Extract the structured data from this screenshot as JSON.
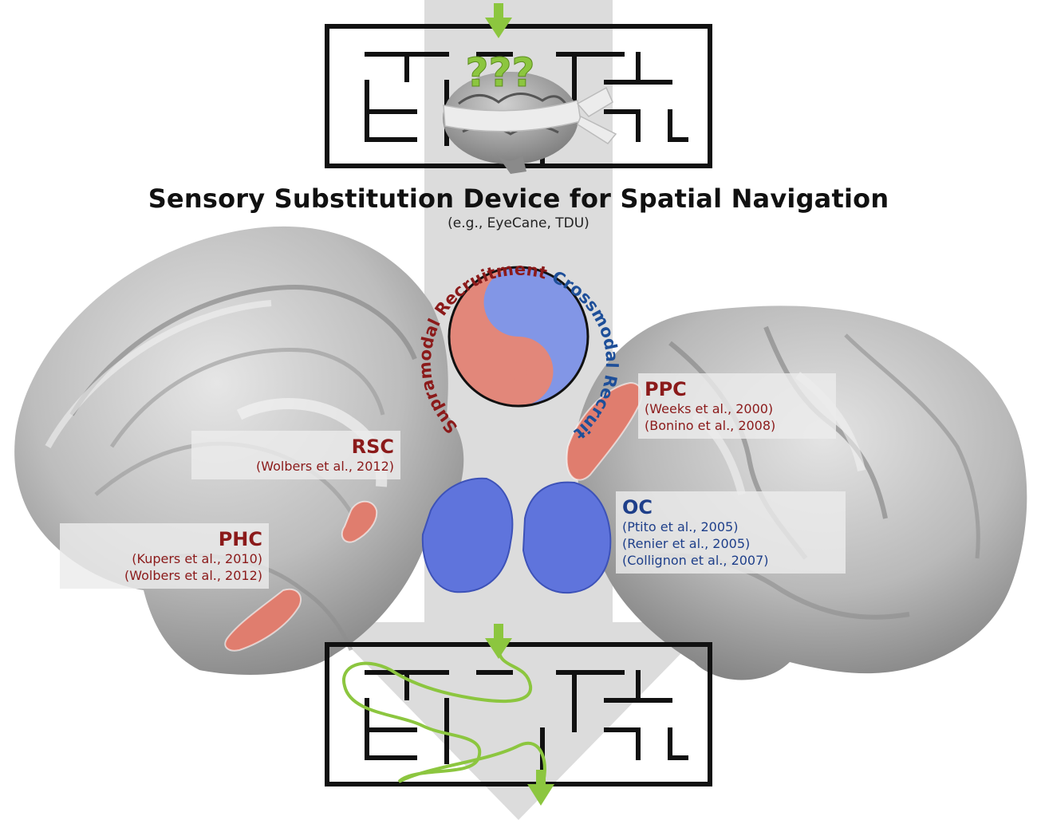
{
  "title": "Sensory Substitution Device for Spatial Navigation",
  "subtitle": "(e.g., EyeCane, TDU)",
  "question_marks": "???",
  "yin_yang": {
    "left_label": "Supramodal Recruitment",
    "right_label": "Crossmodal Recruitment",
    "left_color": "#e2877a",
    "right_color": "#8296e6",
    "left_text_color": "#8b1a1a",
    "right_text_color": "#1e4f99"
  },
  "regions": {
    "rsc": {
      "name": "RSC",
      "refs": [
        "(Wolbers et al., 2012)"
      ]
    },
    "phc": {
      "name": "PHC",
      "refs": [
        "(Kupers et al., 2010)",
        "(Wolbers et al., 2012)"
      ]
    },
    "ppc": {
      "name": "PPC",
      "refs": [
        "(Weeks et al., 2000)",
        "(Bonino et al., 2008)"
      ]
    },
    "oc": {
      "name": "OC",
      "refs": [
        "(Ptito et al., 2005)",
        "(Renier et al., 2005)",
        "(Collignon et al., 2007)"
      ]
    }
  },
  "colors": {
    "arrow_gray": "#dcdcdc",
    "green": "#8cc63f",
    "supramodal_region": "#e07d6e",
    "crossmodal_region": "#5f74dc",
    "brain_gray": "#b8b8b8"
  }
}
